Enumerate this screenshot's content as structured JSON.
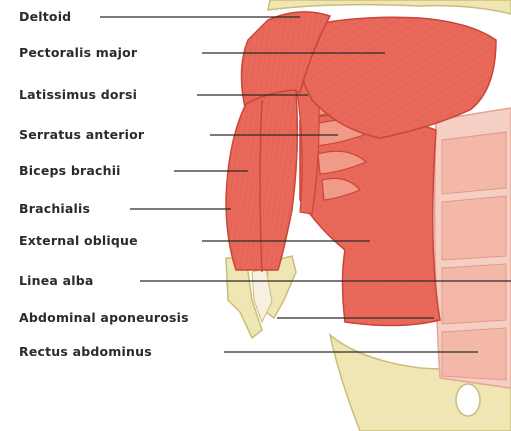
{
  "labels": [
    {
      "id": "deltoid",
      "text": "Deltoid"
    },
    {
      "id": "pectoralis-major",
      "text": "Pectoralis major"
    },
    {
      "id": "latissimus-dorsi",
      "text": "Latissimus dorsi"
    },
    {
      "id": "serratus-anterior",
      "text": "Serratus anterior"
    },
    {
      "id": "biceps-brachii",
      "text": "Biceps brachii"
    },
    {
      "id": "brachialis",
      "text": "Brachialis"
    },
    {
      "id": "external-oblique",
      "text": "External oblique"
    },
    {
      "id": "linea-alba",
      "text": "Linea alba"
    },
    {
      "id": "abdominal-aponeurosis",
      "text": "Abdominal aponeurosis"
    },
    {
      "id": "rectus-abdominus",
      "text": "Rectus abdominus"
    }
  ],
  "colors": {
    "muscle": "#e8685a",
    "muscle_dark": "#c9443a",
    "muscle_light": "#f29a88",
    "bone": "#efe6b4",
    "bone_outline": "#c9bd7a",
    "tendon": "#f7efe0",
    "rectus": "#f6cfc4",
    "leader_line": "#2b2b2b"
  }
}
